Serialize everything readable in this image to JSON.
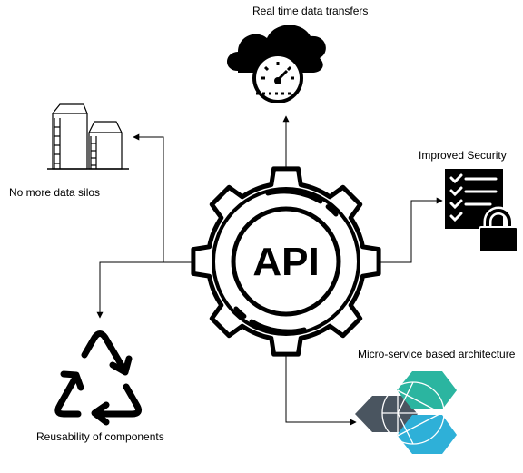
{
  "center": {
    "text": "API",
    "icon": "gear-icon"
  },
  "benefits": [
    {
      "key": "realtime",
      "label": "Real time data transfers",
      "icon": "cloud-speedometer-icon"
    },
    {
      "key": "silos",
      "label": "No more data silos",
      "icon": "silos-icon"
    },
    {
      "key": "security",
      "label": "Improved Security",
      "icon": "checklist-lock-icon"
    },
    {
      "key": "reuse",
      "label": "Reusability of components",
      "icon": "recycle-icon"
    },
    {
      "key": "micro",
      "label": "Micro-service based architecture",
      "icon": "hexagon-cluster-icon"
    }
  ],
  "colors": {
    "line": "#000000",
    "hex_dark": "#4a5560",
    "hex_teal": "#2bb5a0",
    "hex_blue": "#2eb0d8"
  }
}
